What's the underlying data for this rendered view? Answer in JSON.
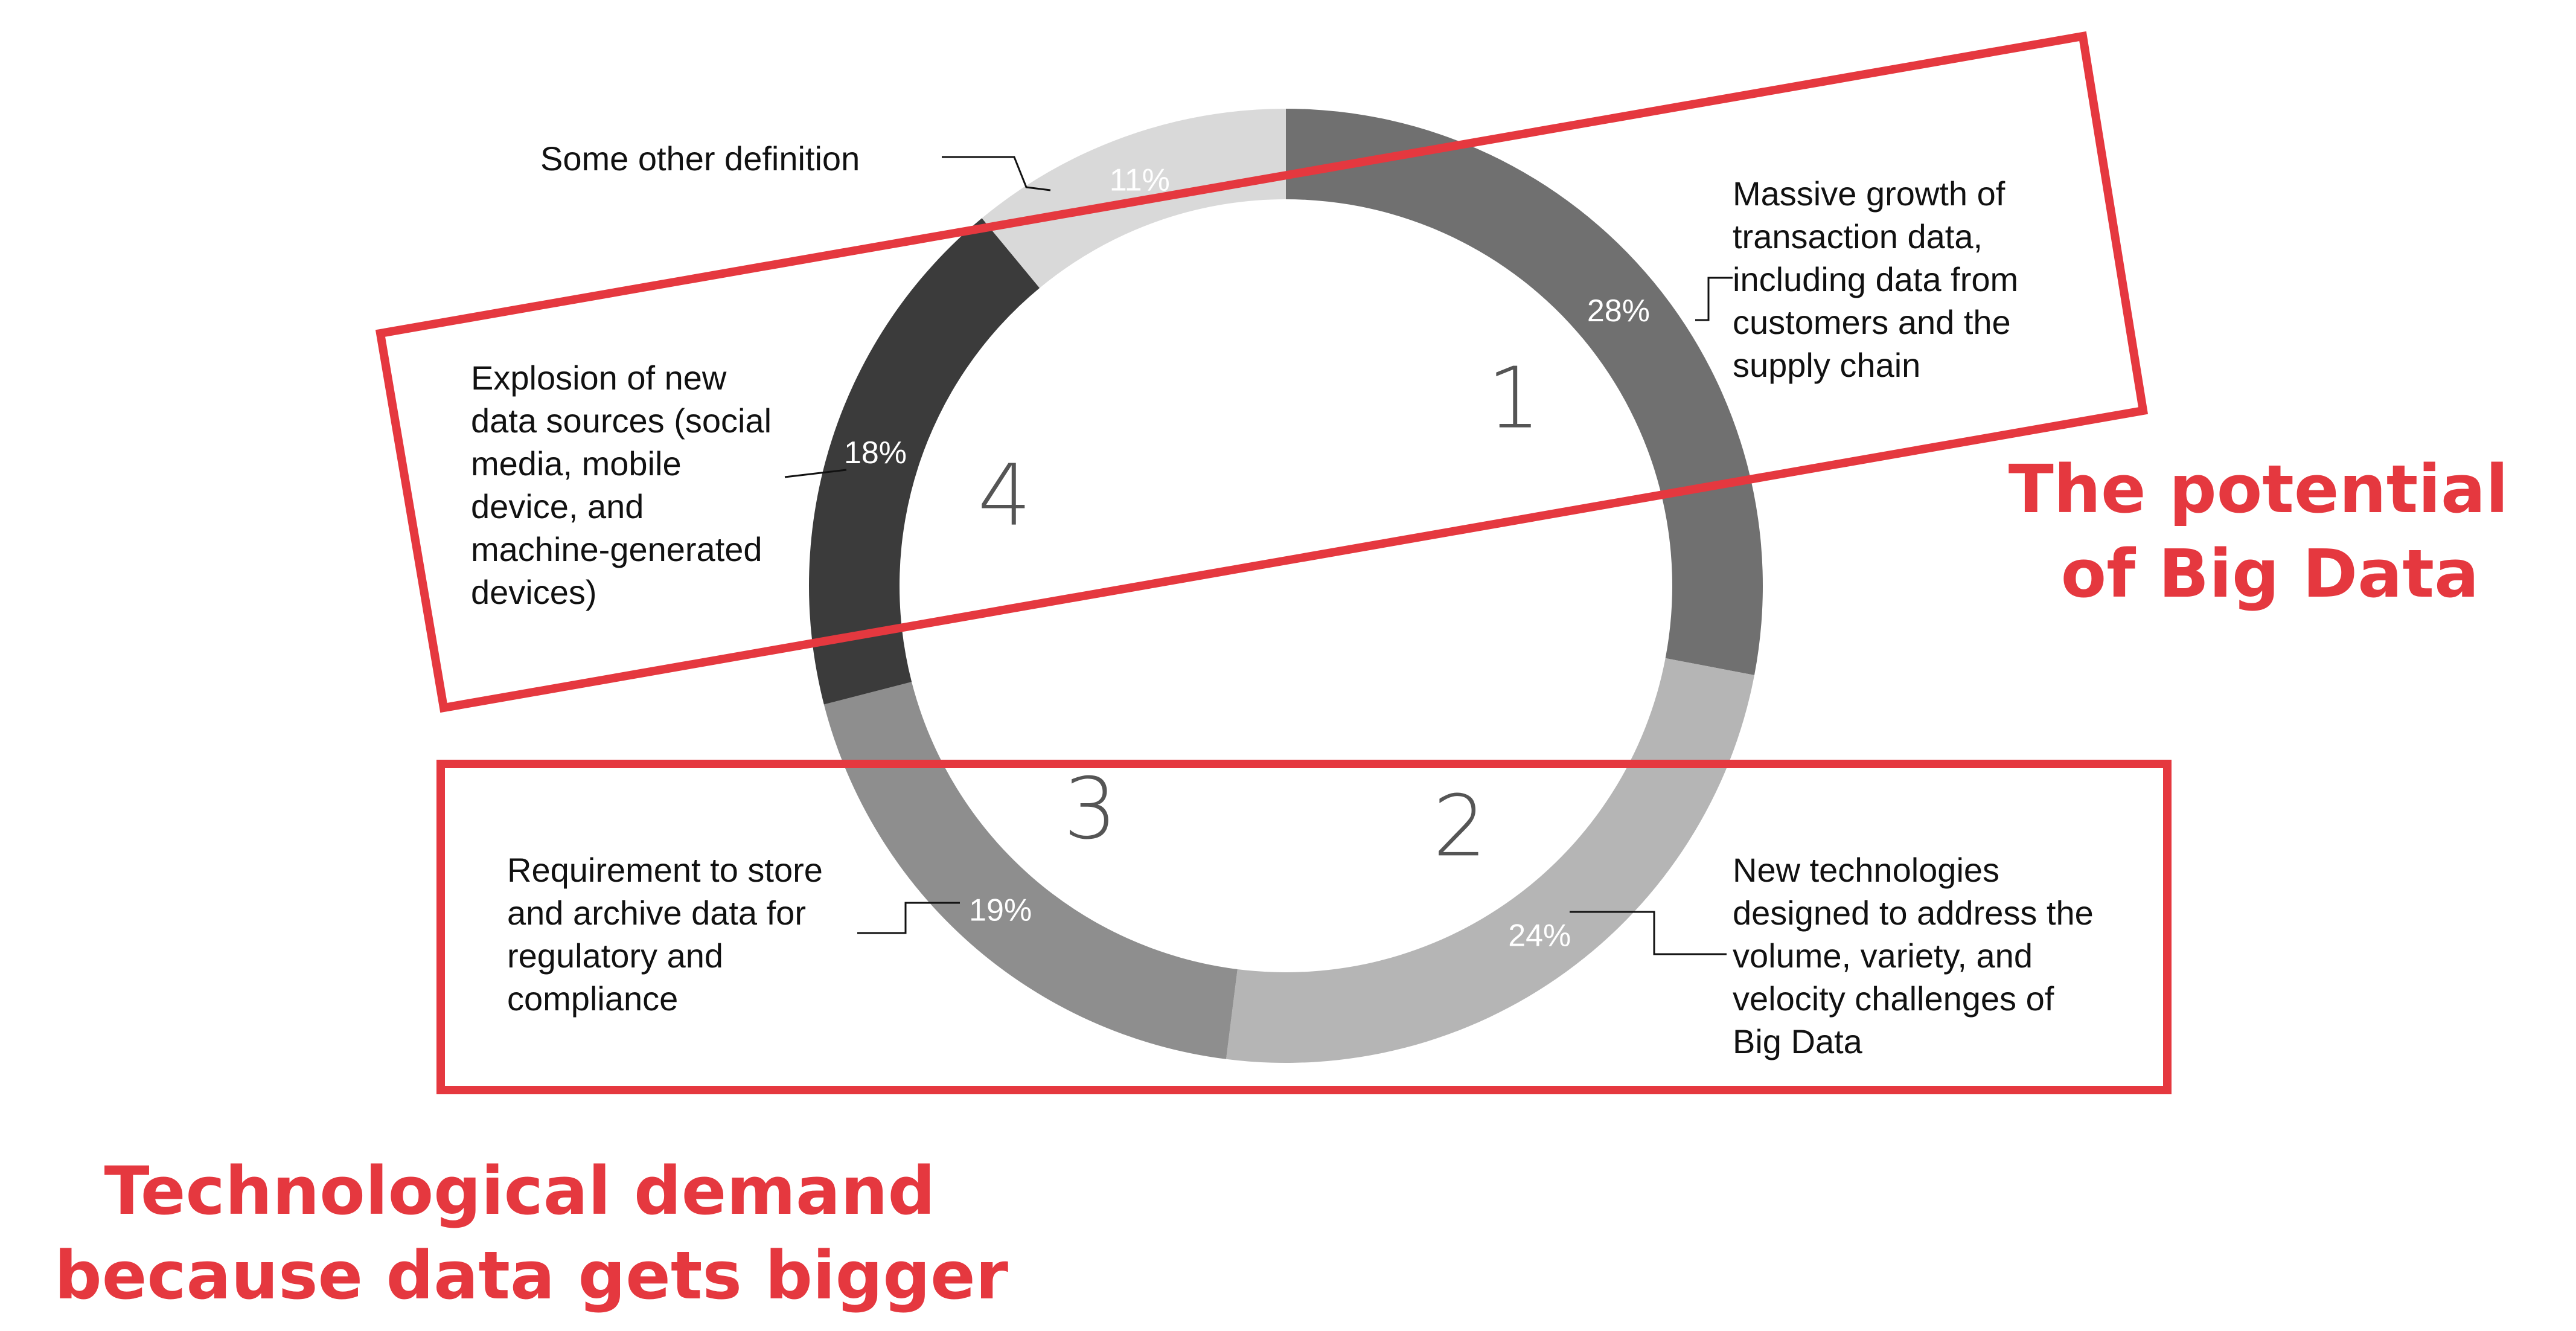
{
  "chart_data": {
    "type": "pie",
    "title": "",
    "slices": [
      {
        "label": [
          "Massive growth of",
          "transaction data,",
          "including data from",
          "customers and the",
          "supply chain"
        ],
        "value": 28,
        "percent_label": "28%",
        "index_label": "1",
        "color": "#707070"
      },
      {
        "label": [
          "New technologies",
          "designed to address the",
          "volume, variety, and",
          "velocity challenges of",
          "Big Data"
        ],
        "value": 24,
        "percent_label": "24%",
        "index_label": "2",
        "color": "#b5b5b5"
      },
      {
        "label": [
          "Requirement to store",
          "and archive data for",
          "regulatory and",
          "compliance"
        ],
        "value": 19,
        "percent_label": "19%",
        "index_label": "3",
        "color": "#8e8e8e"
      },
      {
        "label": [
          "Explosion of new",
          "data sources (social",
          "media, mobile",
          "device, and",
          "machine-generated",
          "devices)"
        ],
        "value": 18,
        "percent_label": "18%",
        "index_label": "4",
        "color": "#3b3b3b"
      },
      {
        "label": [
          "Some other definition"
        ],
        "value": 11,
        "percent_label": "11%",
        "index_label": "",
        "color": "#d9d9d9"
      }
    ]
  },
  "annotations": {
    "potential": [
      "The potential",
      "of Big Data"
    ],
    "demand": [
      "Technological demand",
      "because data gets bigger"
    ],
    "accent_color": "#e5383f"
  }
}
